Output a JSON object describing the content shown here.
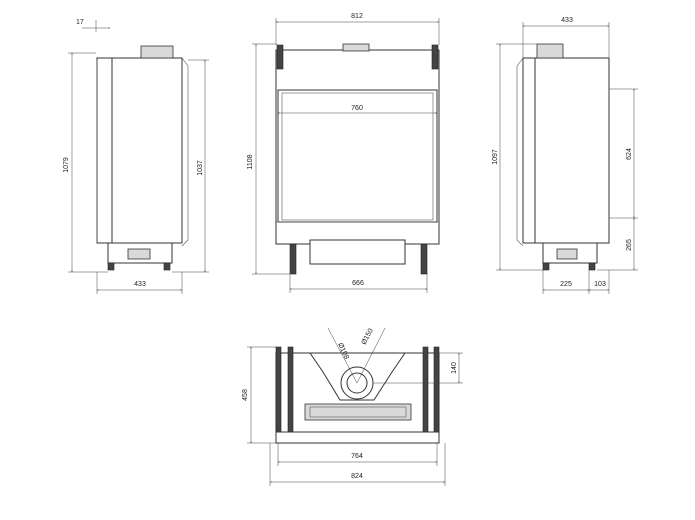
{
  "dimensions": {
    "side_left": {
      "top_offset": "17",
      "total_height": "1079",
      "body_height": "1037",
      "depth": "433"
    },
    "front": {
      "total_width": "812",
      "glass_width": "760",
      "total_height": "1108",
      "leg_span": "666"
    },
    "side_right": {
      "depth": "433",
      "total_height": "1097",
      "upper_height": "624",
      "lower_height": "265",
      "base_width": "225",
      "offset": "103"
    },
    "top_view": {
      "flue_diameter_inner": "Ø108",
      "flue_diameter_outer": "Ø150",
      "flue_offset": "140",
      "depth": "458",
      "inner_width": "764",
      "outer_width": "824"
    }
  }
}
